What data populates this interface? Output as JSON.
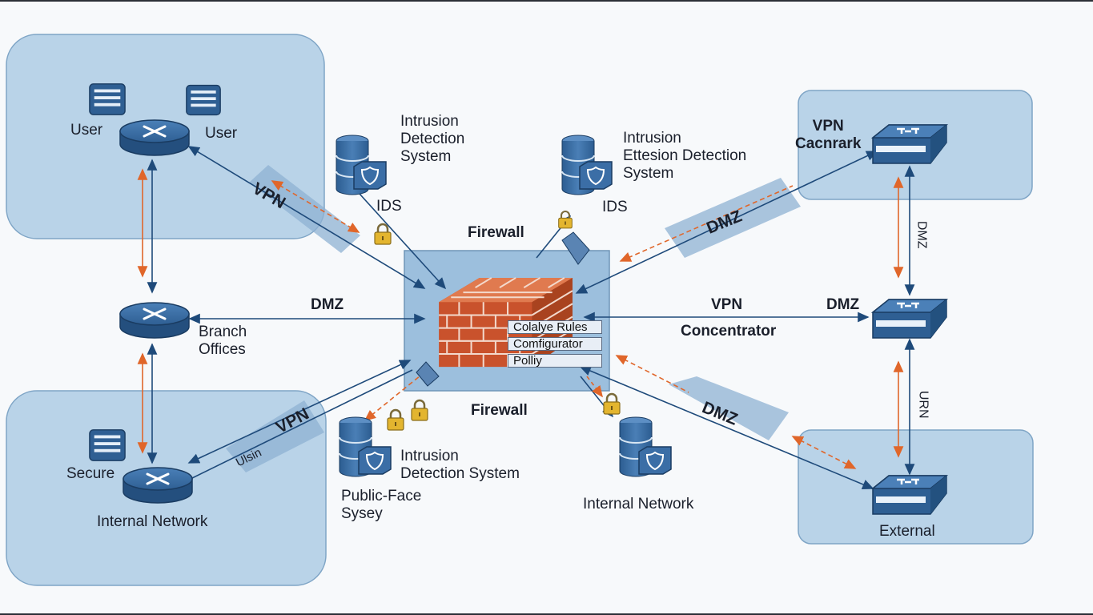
{
  "colors": {
    "zone_fill": "#b9d3e8",
    "zone_stroke": "#7fa5c6",
    "device_blue": "#2f5f93",
    "link_blue": "#1e4a7a",
    "traffic_orange": "#e0662a",
    "brick": "#c9522c",
    "lock_gold": "#e3b52f"
  },
  "labels": {
    "user_left": "User",
    "user_right": "User",
    "ids_top_left": "Intrusion\nDetection\nSystem",
    "ids_top_left_short": "IDS",
    "ids_top_right": "Intrusion\nEttesion Detection\nSystem",
    "ids_top_right_short": "IDS",
    "firewall_top": "Firewall",
    "firewall_bottom": "Firewall",
    "vpn_cacnrark": "VPN\nCacnrark",
    "branch_offices": "Branch\nOffices",
    "dmz_left": "DMZ",
    "vpn_mid": "VPN",
    "concentrator": "Concentrator",
    "dmz_right": "DMZ",
    "dmz_vertical": "DMZ",
    "urn_vertical": "URN",
    "secure": "Secure",
    "internal_network_left": "Internal Network",
    "ids_bottom": "Intrusion\nDetection System",
    "public_face": "Public-Face\nSysey",
    "internal_network_center": "Internal Network",
    "external": "External"
  },
  "bands": {
    "vpn_top_left": "VPN",
    "dmz_top_right": "DMZ",
    "vpn_bottom_left": "VPN",
    "vpn_bottom_left_sub": "Ulsin",
    "dmz_bottom_right": "DMZ"
  },
  "firewall_rules": [
    "Colalye Rules",
    "Comfigurator",
    "Polliy"
  ],
  "icons": {
    "router": "router-icon",
    "switch": "switch-icon",
    "server": "server-icon",
    "shield": "shield-icon",
    "lock": "lock-icon",
    "firewall": "brick-wall-icon"
  }
}
